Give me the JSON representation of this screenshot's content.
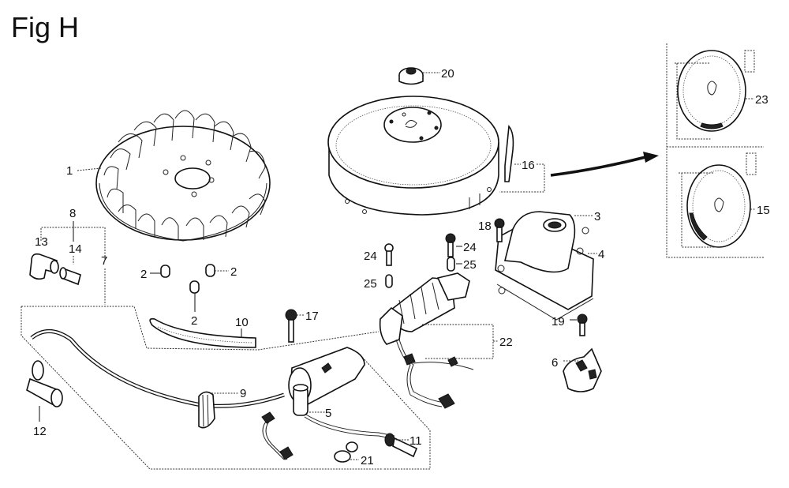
{
  "figure": {
    "title": "Fig H"
  },
  "parts": {
    "flywheel_fan": "1",
    "collar_a": "2",
    "collar_b": "2",
    "collar_c": "2",
    "protector": "3",
    "protector_gasket": "4",
    "ignition_coil": "5",
    "switch_unit": "6",
    "high_tension_cord": "7",
    "plug_cap_set": "8",
    "grommet": "9",
    "tube": "10",
    "cord_grommet": "11",
    "plug_cap": "12",
    "plug_cap_elbow": "13",
    "suppressor": "14",
    "flywheel_alt": "15",
    "flywheel_assy": "16",
    "bolt_17": "17",
    "screw_18": "18",
    "screw_19": "19",
    "flange_nut": "20",
    "cord_clamp": "21",
    "charge_coil_assy": "22",
    "flywheel_main": "23",
    "bolt_24_left": "24",
    "bolt_24_right": "24",
    "collar_25_left": "25",
    "collar_25_right": "25"
  }
}
